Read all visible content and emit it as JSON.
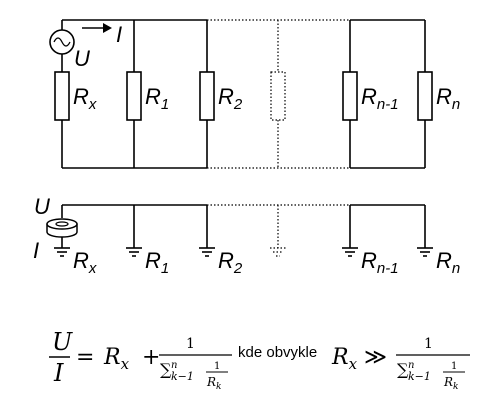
{
  "circuit": {
    "source_label": "U",
    "current_label": "I",
    "resistors": [
      {
        "letter": "R",
        "sub": "x"
      },
      {
        "letter": "R",
        "sub": "1"
      },
      {
        "letter": "R",
        "sub": "2"
      },
      {
        "letter": "R",
        "sub": "n-1"
      },
      {
        "letter": "R",
        "sub": "n"
      }
    ]
  },
  "grounded": {
    "source_label": "U",
    "current_label": "I",
    "labels": [
      {
        "letter": "R",
        "sub": "x"
      },
      {
        "letter": "R",
        "sub": "1"
      },
      {
        "letter": "R",
        "sub": "2"
      },
      {
        "letter": "R",
        "sub": "n-1"
      },
      {
        "letter": "R",
        "sub": "n"
      }
    ]
  },
  "formula": {
    "lhs_num": "U",
    "lhs_den": "I",
    "equals": "=",
    "rx": "R",
    "rx_sub": "x",
    "plus": "+",
    "one": "1",
    "sum": "∑",
    "sum_lower": "k−1",
    "sum_upper": "n",
    "rk": "R",
    "rk_sub": "k",
    "middle_text": "kde obvykle",
    "gg": "≫"
  }
}
